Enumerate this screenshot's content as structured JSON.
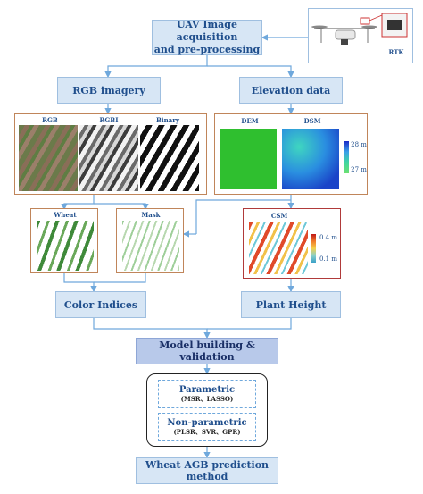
{
  "acquisition": {
    "line1": "UAV Image acquisition",
    "line2": "and pre-processing"
  },
  "uav_inset": {
    "rtk_label": "RTK"
  },
  "rgb_imagery": {
    "label": "RGB imagery"
  },
  "elevation_data": {
    "label": "Elevation data"
  },
  "rgb_panel": {
    "rgb": "RGB",
    "rgbi": "RGBI",
    "binary": "Binary"
  },
  "elevation_panel": {
    "dem": "DEM",
    "dsm": "DSM",
    "scale_max": "28 m",
    "scale_min": "27 m"
  },
  "wheat_panel": {
    "label": "Wheat"
  },
  "mask_panel": {
    "label": "Mask"
  },
  "csm_panel": {
    "label": "CSM",
    "scale_max": "0.4 m",
    "scale_min": "0.1 m"
  },
  "color_indices": {
    "label": "Color Indices"
  },
  "plant_height": {
    "label": "Plant Height"
  },
  "model_building": {
    "label": "Model building & validation"
  },
  "parametric": {
    "title": "Parametric",
    "methods": "(MSR、LASSO)"
  },
  "non_parametric": {
    "title": "Non-parametric",
    "methods": "(PLSR、SVR、GPR)"
  },
  "output": {
    "label": "Wheat AGB prediction method"
  },
  "colors": {
    "arrow": "#6fa8dc",
    "box_fill": "#d7e6f5",
    "model_fill": "#b8c9ea",
    "panel_border": "#c0855a",
    "csm_border": "#b03a3a"
  }
}
